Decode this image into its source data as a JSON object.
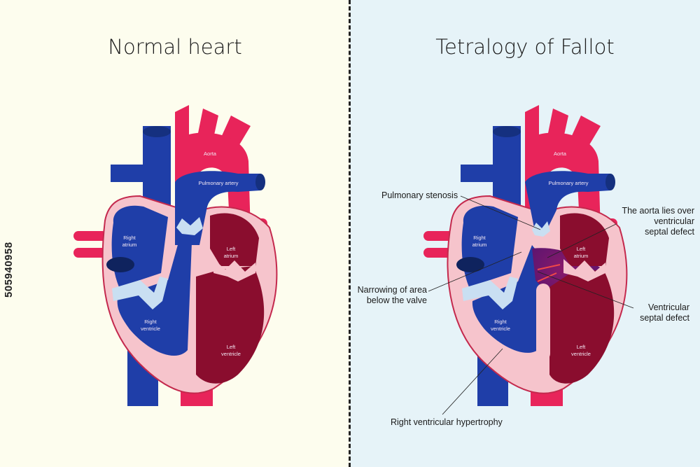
{
  "left": {
    "title": "Normal heart",
    "labels": {
      "aorta": "Aorta",
      "pulmonary_artery": "Pulmonary artery",
      "right_atrium": [
        "Right",
        "atrium"
      ],
      "left_atrium": [
        "Left",
        "atrium"
      ],
      "right_ventricle": [
        "Right",
        "ventricle"
      ],
      "left_ventricle": [
        "Left",
        "ventricle"
      ]
    }
  },
  "right": {
    "title": "Tetralogy of Fallot",
    "labels": {
      "aorta": "Aorta",
      "pulmonary_artery": "Pulmonary artery",
      "right_atrium": [
        "Right",
        "atrium"
      ],
      "left_atrium": [
        "Left",
        "atrium"
      ],
      "right_ventricle": [
        "Right",
        "ventricle"
      ],
      "left_ventricle": [
        "Left",
        "ventricle"
      ]
    },
    "callouts": {
      "pulmonary_stenosis": "Pulmonary stenosis",
      "aorta_overrides": [
        "The aorta lies over",
        "ventricular",
        "septal defect"
      ],
      "narrowing": [
        "Narrowing of area",
        "below the valve"
      ],
      "vsd": [
        "Ventricular",
        "septal defect"
      ],
      "rvh": "Right ventricular hypertrophy"
    }
  },
  "stock_id": "505940958",
  "colors": {
    "left_bg": "#fdfdee",
    "right_bg": "#e6f3f8",
    "deoxygenated": "#1f3ea8",
    "oxygenated": "#e8245a",
    "ventricle_dark": "#8a0d2e",
    "wall": "#f6c4cc",
    "valve": "#c9dff2"
  }
}
